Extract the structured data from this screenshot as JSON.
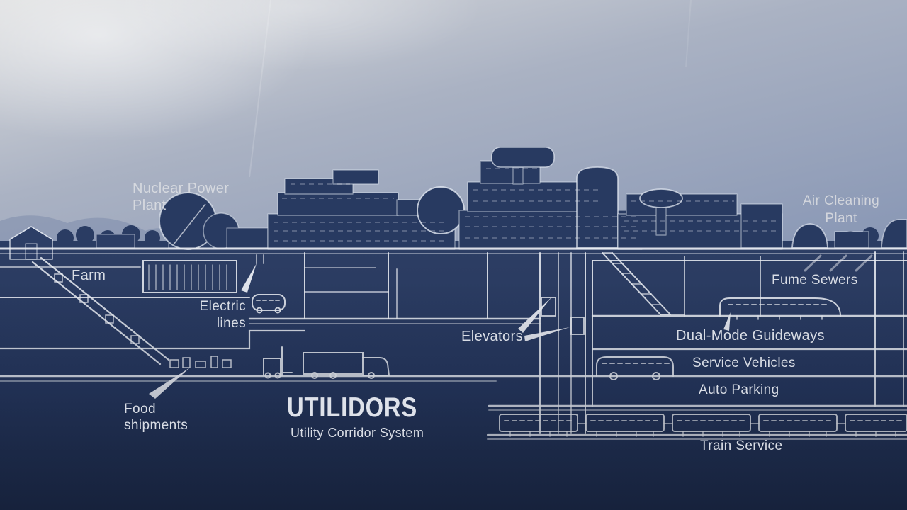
{
  "meta": {
    "description": "Blueprint-style cutaway diagram of an underground utility corridor system beneath a futuristic city"
  },
  "title": {
    "text": "UTILIDORS",
    "subtitle": "Utility Corridor System"
  },
  "labels": {
    "nuclear_power_plant": "Nuclear Power\nPlant",
    "air_cleaning_plant": "Air Cleaning\nPlant",
    "farm": "Farm",
    "electric_lines": "Electric\nlines",
    "food_shipments": "Food\nshipments",
    "elevators": "Elevators",
    "fume_sewers": "Fume Sewers",
    "dual_mode_guideways": "Dual-Mode Guideways",
    "service_vehicles": "Service Vehicles",
    "auto_parking": "Auto Parking",
    "train_service": "Train Service"
  },
  "colors": {
    "sky_light": "#d9dadc",
    "sky_mid": "#a9b1c2",
    "sky_deep": "#8c9ab7",
    "blueprint_navy": "#283a61",
    "underground_top": "#2c3d63",
    "underground_bottom": "#1b2946",
    "line_white": "#e7eaf0",
    "label_text": "#d9dde5"
  }
}
